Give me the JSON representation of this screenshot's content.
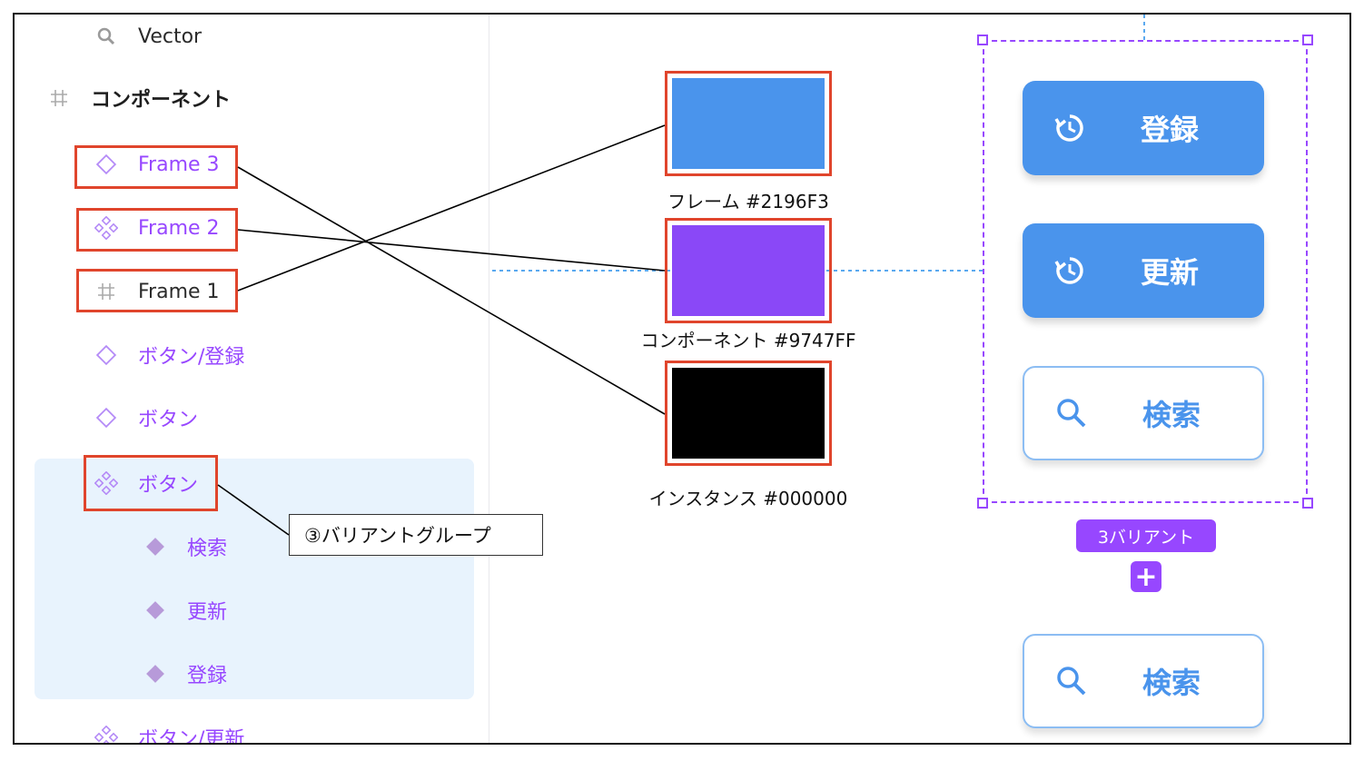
{
  "layers": {
    "vector": "Vector",
    "section": "コンポーネント",
    "frame3": "Frame 3",
    "frame2": "Frame 2",
    "frame1": "Frame 1",
    "button_register": "ボタン/登録",
    "button_a": "ボタン",
    "button_group": "ボタン",
    "variant_search": "検索",
    "variant_update": "更新",
    "variant_register": "登録",
    "button_update": "ボタン/更新"
  },
  "swatches": [
    {
      "label": "フレーム #2196F3",
      "color": "#4a94ec"
    },
    {
      "label": "コンポーネント #9747FF",
      "color": "#8a48f7"
    },
    {
      "label": "インスタンス #000000",
      "color": "#000000"
    }
  ],
  "callout": "③バリアントグループ",
  "variants": {
    "register": "登録",
    "update": "更新",
    "search": "検索",
    "badge": "3バリアント",
    "add": "+",
    "instance_search": "検索"
  },
  "colors": {
    "component_purple": "#9747ff",
    "frame_blue": "#4a94ec",
    "highlight_red": "#e0452c"
  }
}
